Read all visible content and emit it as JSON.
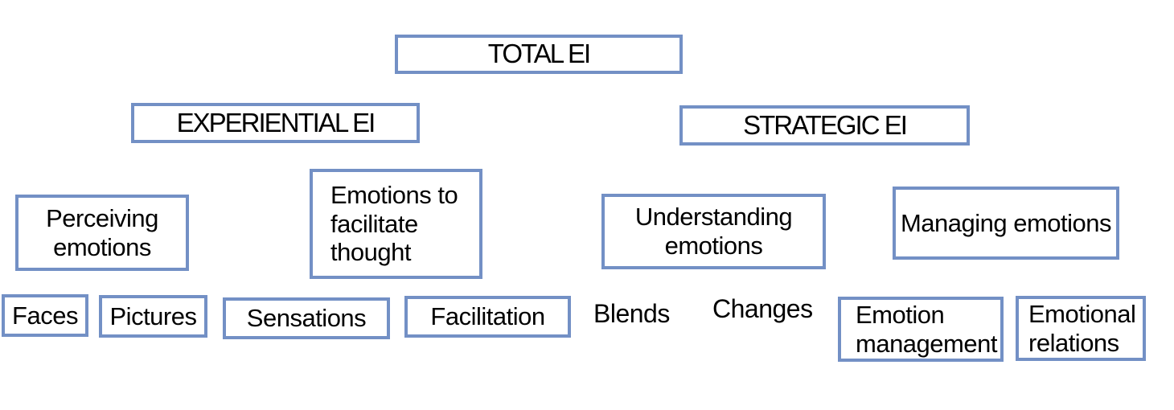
{
  "colors": {
    "box_border": "#7390C5",
    "text": "#000000",
    "background": "#FFFFFF"
  },
  "root": {
    "label": "TOTAL EI"
  },
  "branches": {
    "experiential": {
      "label": "EXPERIENTIAL EI"
    },
    "strategic": {
      "label": "STRATEGIC EI"
    }
  },
  "abilities": {
    "perceiving": {
      "label": "Perceiving emotions",
      "branch": "EXPERIENTIAL EI"
    },
    "facilitating": {
      "label": "Emotions to facilitate thought",
      "branch": "EXPERIENTIAL EI"
    },
    "understanding": {
      "label": "Understanding emotions",
      "branch": "STRATEGIC EI"
    },
    "managing": {
      "label": "Managing emotions",
      "branch": "STRATEGIC EI"
    }
  },
  "tasks": {
    "faces": {
      "label": "Faces",
      "boxed": true
    },
    "pictures": {
      "label": "Pictures",
      "boxed": true
    },
    "sensations": {
      "label": "Sensations",
      "boxed": true
    },
    "facilitation": {
      "label": "Facilitation",
      "boxed": true
    },
    "blends": {
      "label": "Blends",
      "boxed": false
    },
    "changes": {
      "label": "Changes",
      "boxed": false
    },
    "emotion_management": {
      "label": "Emotion management",
      "boxed": true
    },
    "emotional_relations": {
      "label": "Emotional relations",
      "boxed": true
    }
  }
}
